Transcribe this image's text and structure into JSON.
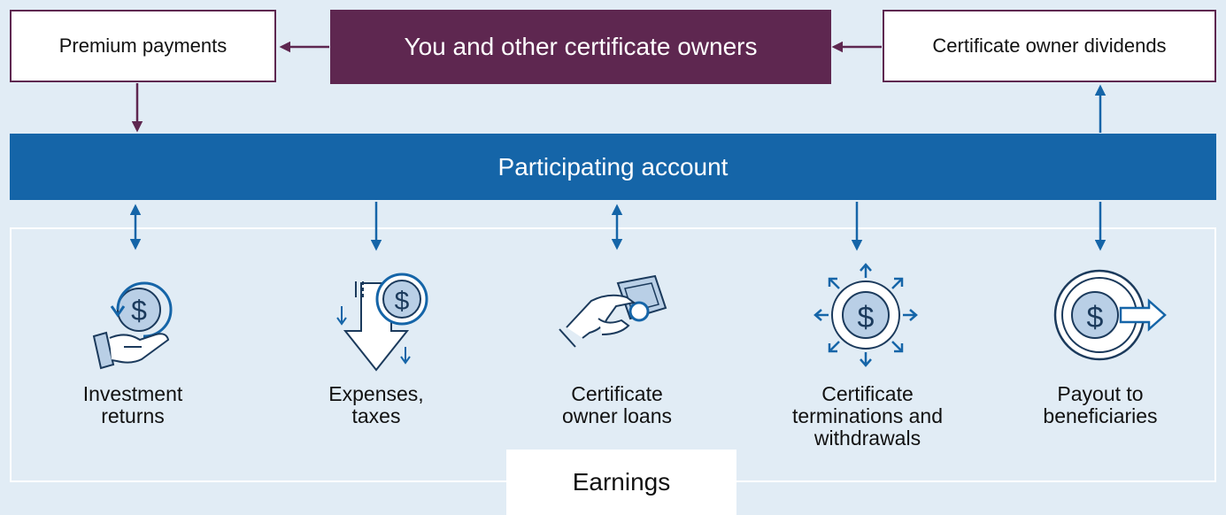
{
  "colors": {
    "background": "#e1ecf5",
    "plum": "#5e2750",
    "blue": "#1565a8",
    "navy": "#1b3a5c",
    "icon_fill": "#b9cfe6",
    "white": "#ffffff"
  },
  "top": {
    "premium_label": "Premium payments",
    "owners_label": "You and other certificate owners",
    "dividends_label": "Certificate owner dividends"
  },
  "account": {
    "label": "Participating account"
  },
  "items": [
    {
      "icon": "investment-returns-icon",
      "line1": "Investment",
      "line2": "returns",
      "line3": "",
      "flow": "both"
    },
    {
      "icon": "expenses-taxes-icon",
      "line1": "Expenses,",
      "line2": "taxes",
      "line3": "",
      "flow": "down"
    },
    {
      "icon": "owner-loans-icon",
      "line1": "Certificate",
      "line2": "owner loans",
      "line3": "",
      "flow": "both"
    },
    {
      "icon": "terminations-icon",
      "line1": "Certificate",
      "line2": "terminations and",
      "line3": "withdrawals",
      "flow": "down"
    },
    {
      "icon": "payout-icon",
      "line1": "Payout to",
      "line2": "beneficiaries",
      "line3": "",
      "flow": "down"
    }
  ],
  "earnings": {
    "label": "Earnings"
  }
}
